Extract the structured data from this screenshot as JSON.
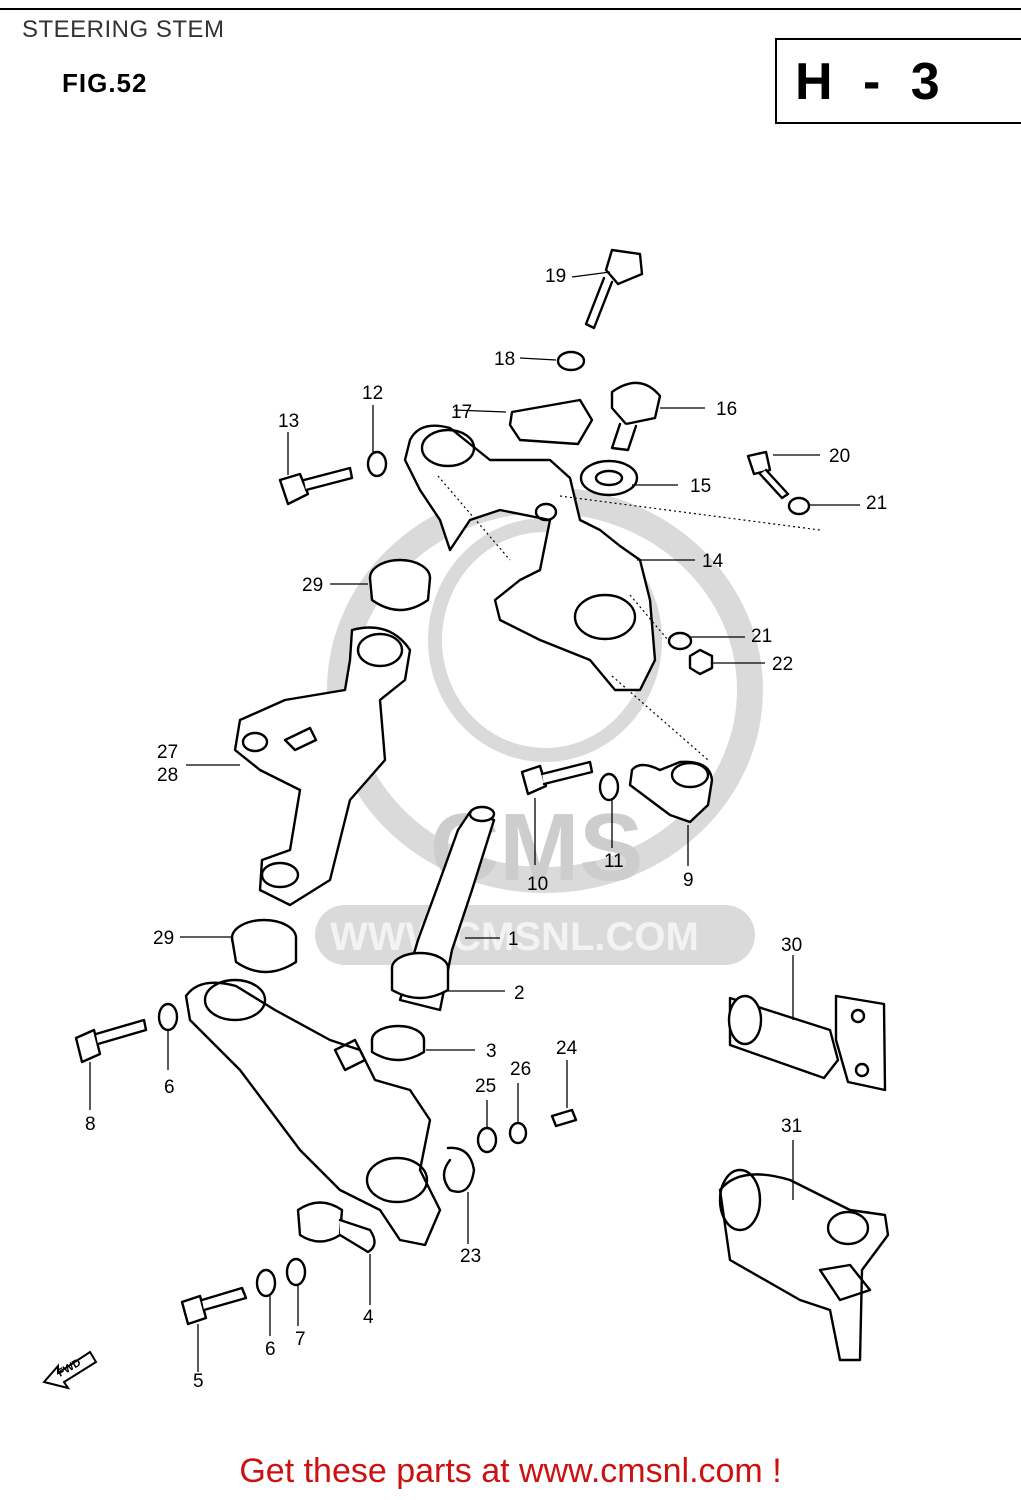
{
  "header": {
    "title": "STEERING STEM",
    "figure": "FIG.52",
    "section_code": "H - 3"
  },
  "watermark": {
    "text": "WWW.CMSNL.COM",
    "logo_text": "CMS"
  },
  "diagram": {
    "fwd_label": "FWD",
    "part_labels": {
      "p1": "1",
      "p2": "2",
      "p3": "3",
      "p4": "4",
      "p5": "5",
      "p6a": "6",
      "p6b": "6",
      "p7": "7",
      "p8": "8",
      "p9": "9",
      "p10": "10",
      "p11": "11",
      "p12": "12",
      "p13": "13",
      "p14": "14",
      "p15": "15",
      "p16": "16",
      "p17": "17",
      "p18": "18",
      "p19": "19",
      "p20": "20",
      "p21a": "21",
      "p21b": "21",
      "p22": "22",
      "p23": "23",
      "p24": "24",
      "p25": "25",
      "p26": "26",
      "p27": "27",
      "p28": "28",
      "p29a": "29",
      "p29b": "29",
      "p30": "30",
      "p31": "31"
    }
  },
  "footer": {
    "link_text": "Get these parts at www.cmsnl.com !"
  }
}
